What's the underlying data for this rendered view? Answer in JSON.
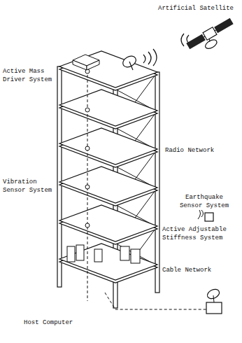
{
  "diagram": {
    "labels": [
      "Artificial Satellite",
      "Active Mass Driver System",
      "Radio Network",
      "Earthquake Sensor System",
      "Vibration Sensor System",
      "Active Adjustable Stiffness System",
      "Cable Network",
      "Host Computer"
    ]
  }
}
